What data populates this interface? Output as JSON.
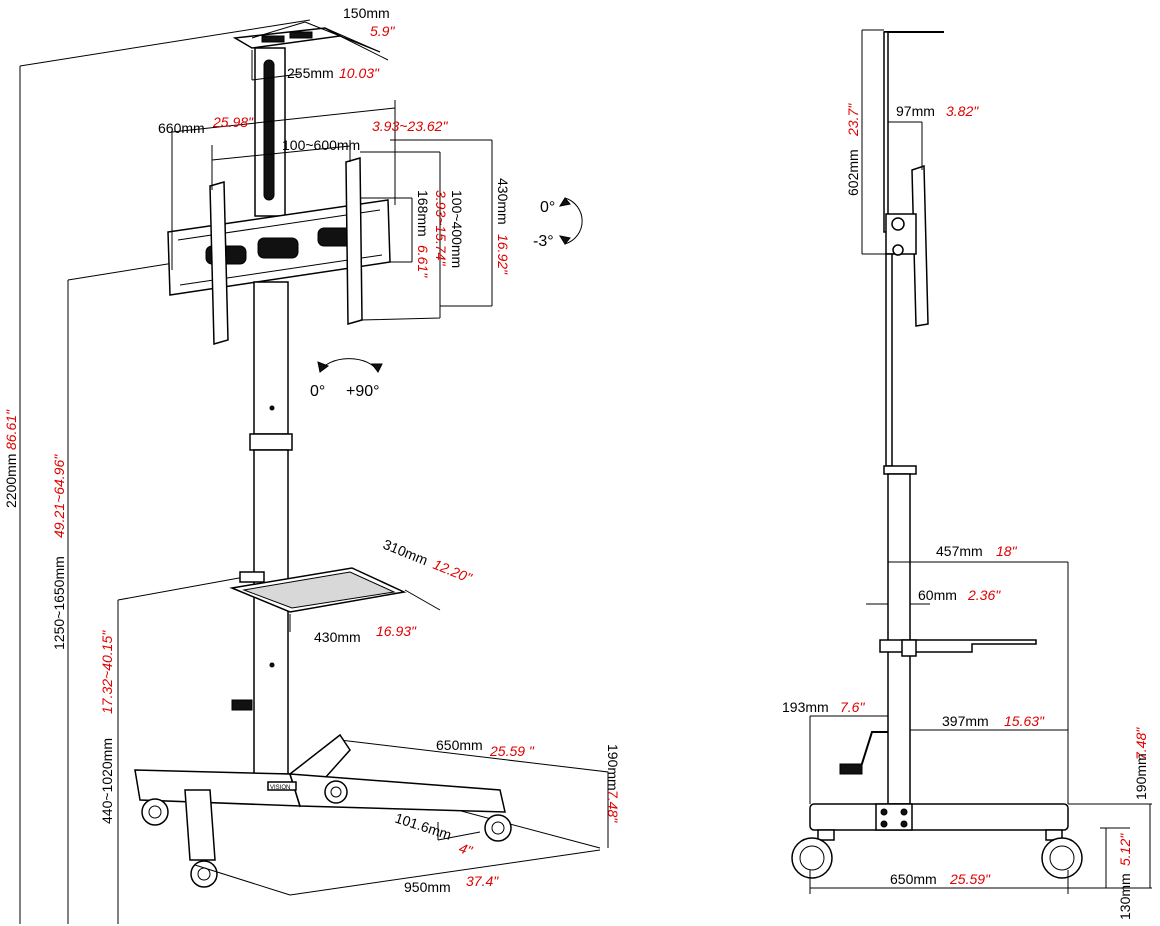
{
  "dimensions": {
    "top_plate_width": {
      "mm": "150mm",
      "in": "5.9\""
    },
    "top_plate_depth": {
      "mm": "255mm",
      "in": "10.03\""
    },
    "bracket_width": {
      "mm": "660mm",
      "in": "25.98\""
    },
    "vesa_horizontal": {
      "mm": "100~600mm",
      "in": "3.93~23.62\""
    },
    "bracket_arm": {
      "mm": "168mm",
      "in": "6.61\""
    },
    "vesa_vertical": {
      "mm": "100~400mm",
      "in": "3.93~15.74\""
    },
    "bracket_height": {
      "mm": "430mm",
      "in": "16.92\""
    },
    "total_height": {
      "mm": "2200mm",
      "in": "86.61\""
    },
    "mount_height": {
      "mm": "1250~1650mm",
      "in": "49.21~64.96\""
    },
    "shelf_height": {
      "mm": "440~1020mm",
      "in": "17.32~40.15\""
    },
    "shelf_depth": {
      "mm": "310mm",
      "in": "12.20\""
    },
    "shelf_width": {
      "mm": "430mm",
      "in": "16.93\""
    },
    "base_depth": {
      "mm": "650mm",
      "in": "25.59 \""
    },
    "base_height": {
      "mm": "190mm",
      "in": "7.48\""
    },
    "caster": {
      "mm": "101.6mm",
      "in": "4\""
    },
    "base_width": {
      "mm": "950mm",
      "in": "37.4\""
    },
    "side_top_plate": {
      "mm": "602mm",
      "in": "23.7\""
    },
    "side_offset": {
      "mm": "97mm",
      "in": "3.82\""
    },
    "side_shelf_reach": {
      "mm": "457mm",
      "in": "18\""
    },
    "side_pole": {
      "mm": "60mm",
      "in": "2.36\""
    },
    "side_crank": {
      "mm": "193mm",
      "in": "7.6\""
    },
    "side_front_reach": {
      "mm": "397mm",
      "in": "15.63\""
    },
    "side_base_length": {
      "mm": "650mm",
      "in": "25.59\""
    },
    "side_base_height": {
      "mm": "190mm",
      "in": "7.48\""
    },
    "side_wheel_height": {
      "mm": "130mm",
      "in": "5.12\""
    }
  },
  "angles": {
    "tilt_up": "0°",
    "tilt_down": "-3°",
    "rotate_start": "0°",
    "rotate_end": "+90°"
  },
  "brand_plate": "VISION",
  "colors": {
    "imperial_text": "#e00000",
    "metric_text": "#000000"
  }
}
